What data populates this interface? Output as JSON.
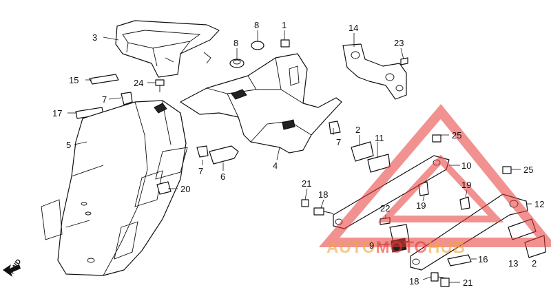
{
  "diagram": {
    "fwd_label": "FWD",
    "watermark": {
      "parts": [
        {
          "text": "AUTO",
          "color": "#f0a63a"
        },
        {
          "text": "MOTO",
          "color": "#e53935"
        },
        {
          "text": "HUB",
          "color": "#f0a63a"
        }
      ],
      "triangle_color": "#e53935"
    },
    "callouts": {
      "c3": "3",
      "c8a": "8",
      "c8b": "8",
      "c1": "1",
      "c14": "14",
      "c23": "23",
      "c15": "15",
      "c24": "24",
      "c7a": "7",
      "c17": "17",
      "c5": "5",
      "c4": "4",
      "c7b": "7",
      "c2a": "2",
      "c11": "11",
      "c25a": "25",
      "c7c": "7",
      "c6": "6",
      "c20": "20",
      "c10": "10",
      "c25b": "25",
      "c21a": "21",
      "c18a": "18",
      "c19a": "19",
      "c19b": "19",
      "c12": "12",
      "c22": "22",
      "c9": "9",
      "c16": "16",
      "c13": "13",
      "c2b": "2",
      "c18b": "18",
      "c21b": "21"
    }
  }
}
